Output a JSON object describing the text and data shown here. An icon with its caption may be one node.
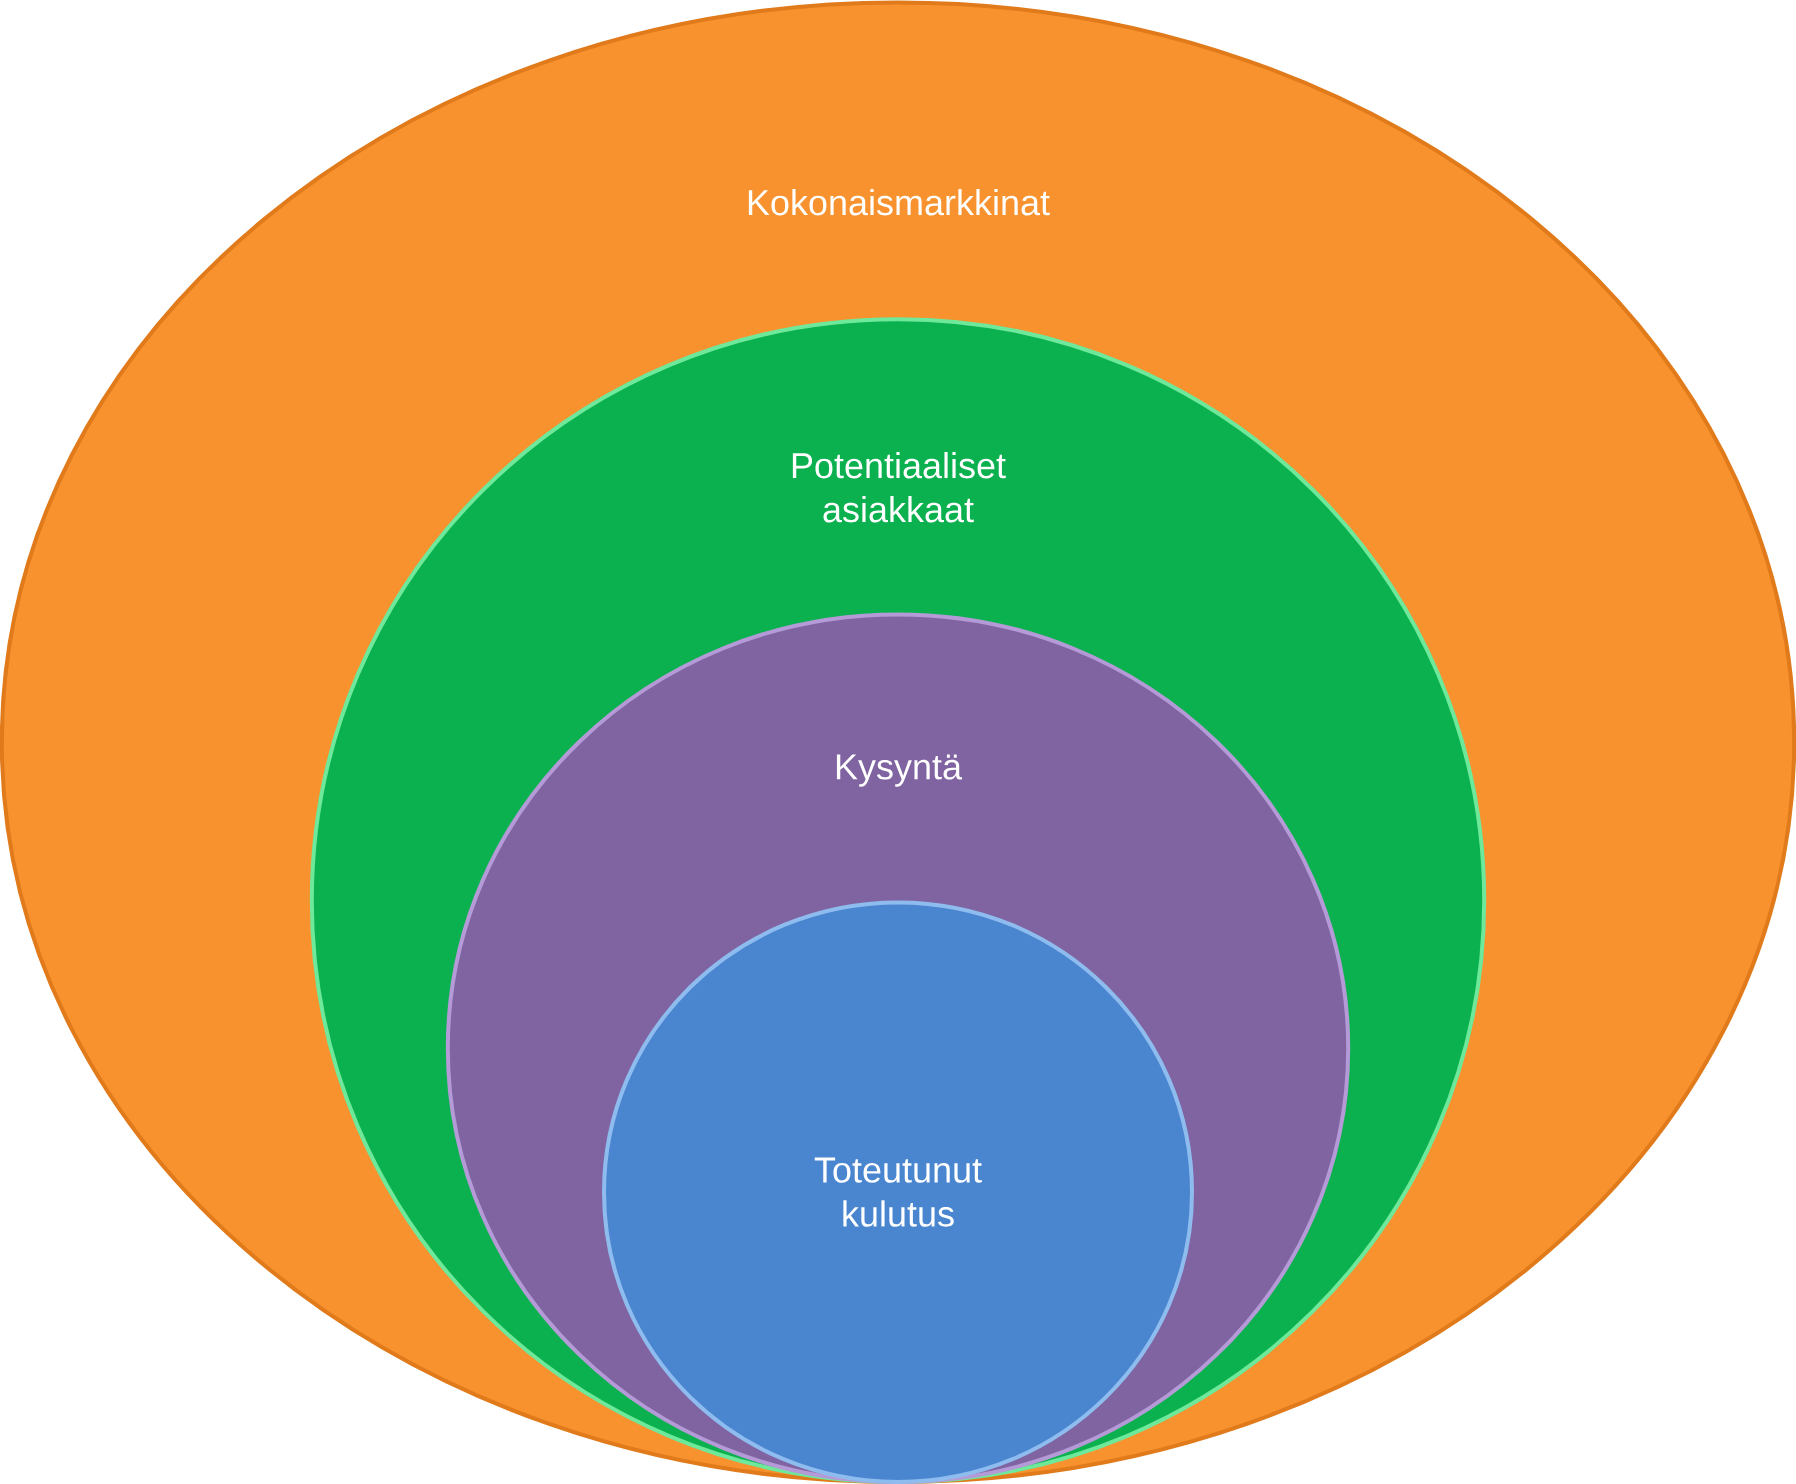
{
  "diagram": {
    "nodes": [
      {
        "text": [
          "Kokonaismarkkinat"
        ]
      },
      {
        "text": [
          "Potentiaaliset asiakkaat"
        ],
        "in": 0
      },
      {
        "text": [
          "Kysyntä"
        ],
        "in": 1
      },
      {
        "text": [
          "Toteutunut kulutus"
        ],
        "in": 2
      }
    ]
  }
}
